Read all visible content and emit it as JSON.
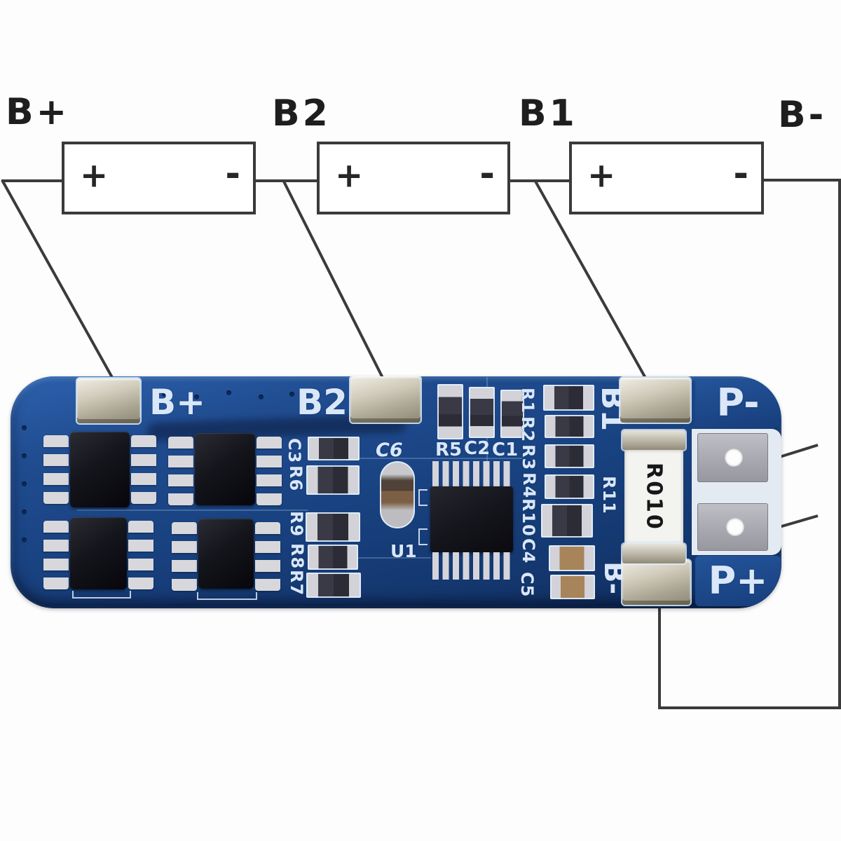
{
  "nodes": {
    "b_plus": "B+",
    "b2": "B2",
    "b1": "B1",
    "b_minus": "B-"
  },
  "batteries": [
    {
      "plus": "+",
      "minus": "-"
    },
    {
      "plus": "+",
      "minus": "-"
    },
    {
      "plus": "+",
      "minus": "-"
    }
  ],
  "pcb": {
    "pad_b_plus": "B+",
    "pad_b2": "B2",
    "pad_b1": "B1",
    "pad_b_minus": "B-",
    "pad_p_minus": "P-",
    "pad_p_plus": "P+",
    "shunt_value": "R010",
    "shunt_designator": "R11",
    "ic_designator": "U1",
    "cap_c6": "C6",
    "left_labels": [
      "C3",
      "R6",
      "R9",
      "R8",
      "R7"
    ],
    "top_labels": [
      "R5",
      "C2",
      "C1"
    ],
    "right_labels": [
      "R1",
      "R2",
      "R3",
      "R4",
      "R10",
      "C4",
      "C5"
    ]
  },
  "colors": {
    "board_blue": "#1c4583",
    "silkscreen": "#d9e7f8",
    "wire": "#3b3b3b",
    "pad_metal": "#c9c4b6",
    "output_pad": "#a7a7ad"
  }
}
